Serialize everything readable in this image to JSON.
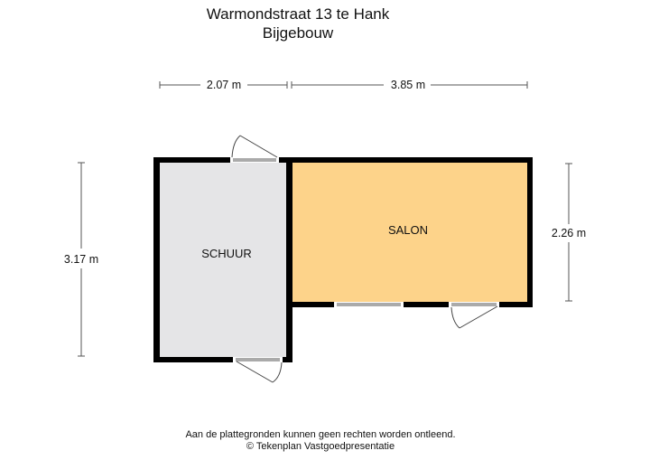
{
  "header": {
    "title": "Warmondstraat 13 te Hank",
    "subtitle": "Bijgebouw"
  },
  "rooms": [
    {
      "name": "SCHUUR",
      "fill": "#e5e5e7"
    },
    {
      "name": "SALON",
      "fill": "#fdd38a"
    }
  ],
  "dimensions": {
    "top_left": "2.07 m",
    "top_right": "3.85 m",
    "left": "3.17 m",
    "right": "2.26 m"
  },
  "footer": {
    "disclaimer": "Aan de plattegronden kunnen geen rechten worden ontleend.",
    "copyright": "© Tekenplan Vastgoedpresentatie"
  },
  "colors": {
    "wall": "#000000",
    "dimension_line": "#555555",
    "window": "#a9a9a9"
  }
}
